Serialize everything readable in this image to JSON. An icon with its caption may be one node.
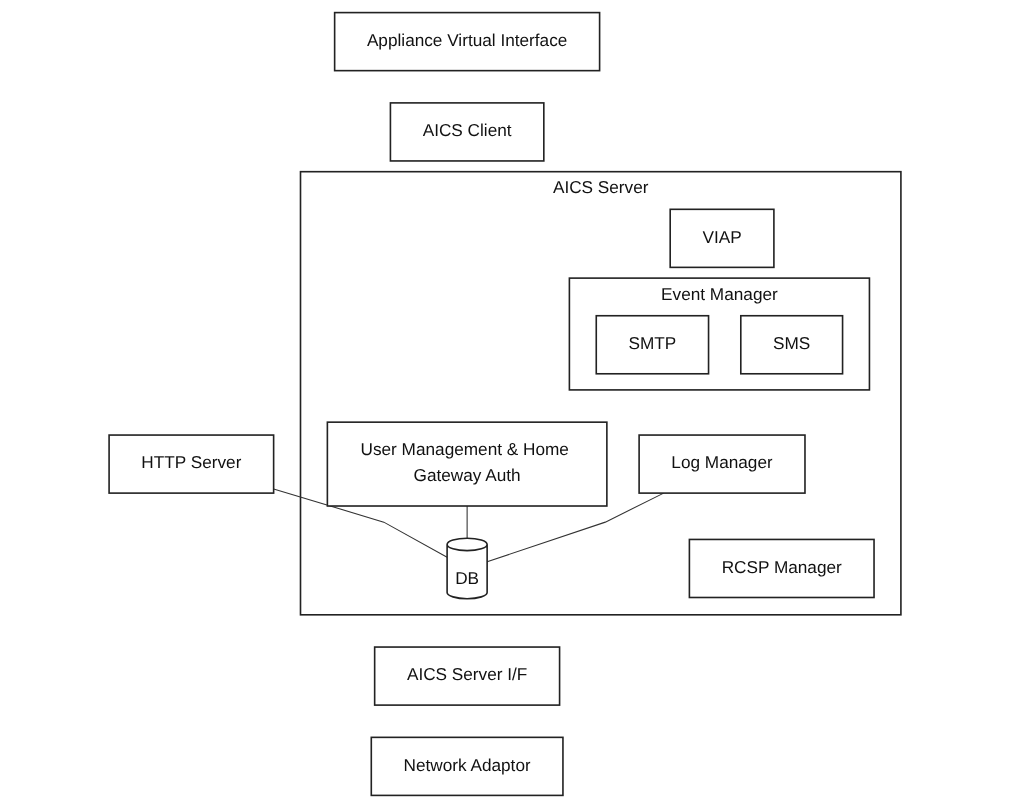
{
  "diagram": {
    "nodes": [
      {
        "text": [
          "Appliance Virtual Interface"
        ]
      },
      {
        "text": [
          "AICS Client"
        ]
      },
      {
        "text": [
          "HTTP Server"
        ]
      },
      {
        "text": [
          "AICS Server"
        ]
      },
      {
        "text": [
          "VIAP"
        ],
        "in": 3
      },
      {
        "text": [
          "User Management & Home Gateway Auth"
        ],
        "in": 3
      },
      {
        "text": [
          "Event Manager"
        ],
        "in": 3
      },
      {
        "text": [
          "SMTP"
        ],
        "in": 6
      },
      {
        "text": [
          "SMS"
        ],
        "in": 6
      },
      {
        "text": [
          "Log Manager"
        ],
        "in": 3
      },
      {
        "text": [
          "RCSP Manager"
        ],
        "in": 3
      },
      {
        "text": [
          "DB"
        ],
        "in": 3
      },
      {
        "text": [
          "AICS Server I/F"
        ]
      },
      {
        "text": [
          "Network Adaptor"
        ]
      }
    ],
    "edges": [
      {
        "from": 2,
        "to": 11,
        "arrow": "none"
      },
      {
        "from": 5,
        "to": 11,
        "arrow": "none"
      },
      {
        "from": 9,
        "to": 11,
        "arrow": "none"
      }
    ]
  }
}
